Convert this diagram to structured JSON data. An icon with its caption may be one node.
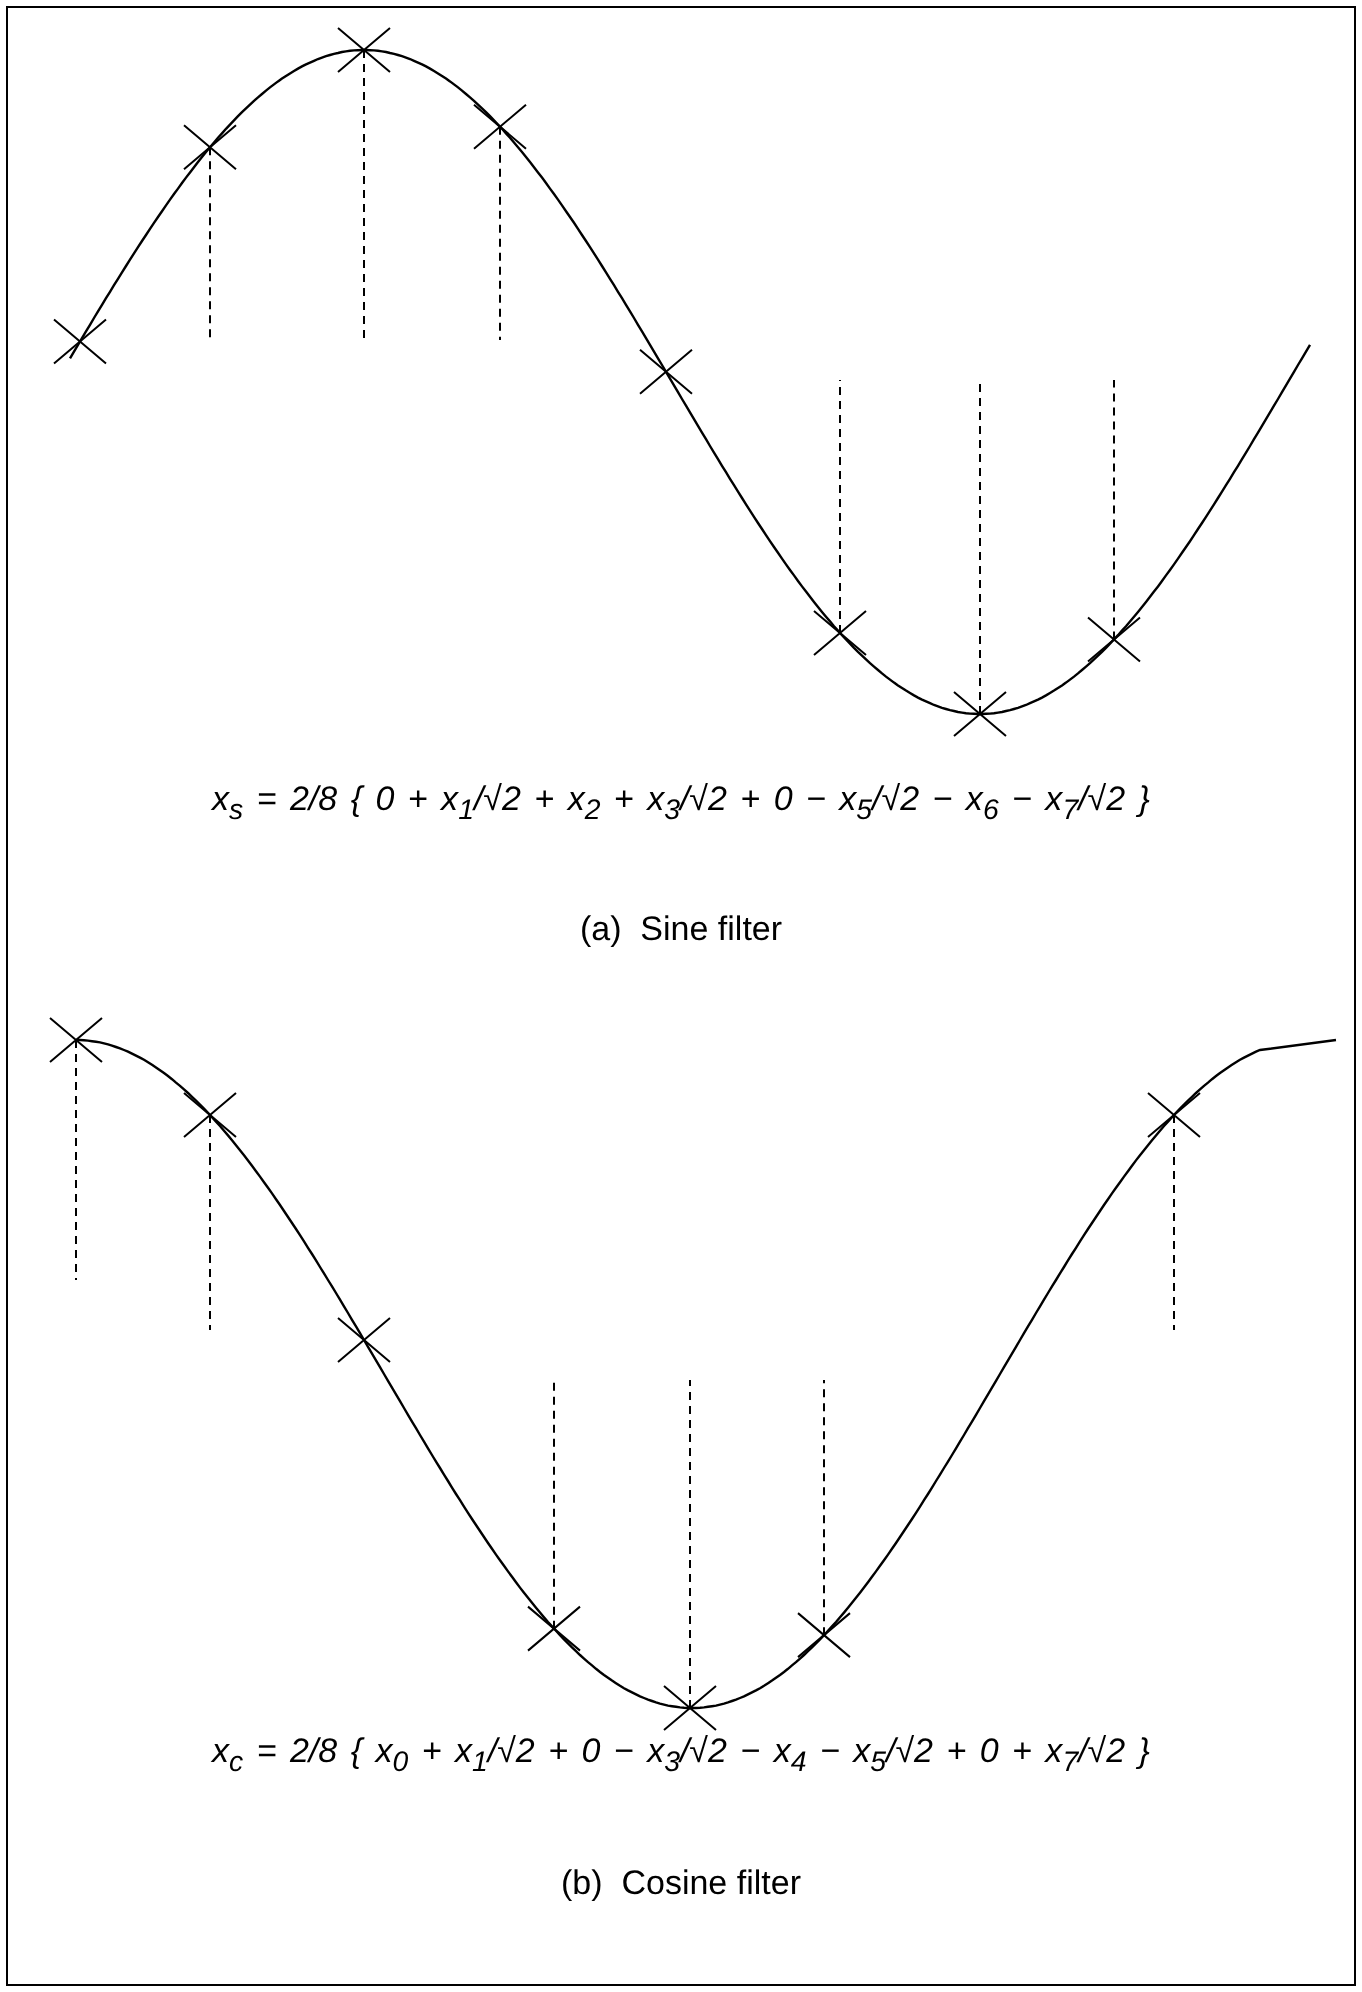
{
  "diagram": {
    "labels": [
      "x$_{s}$ = 2/8 { 0 + x$_{1}$/√2 + x$_{2}$ + x$_{3}$/√2 + 0 − x$_{5}$/√2 − x$_{6}$ − x$_{7}$/√2 }",
      "(a)  Sine filter",
      "x$_{c}$ = 2/8 { x$_{0}$ + x$_{1}$/√2 + 0 − x$_{3}$/√2 − x$_{4}$ − x$_{5}$/√2 + 0 + x$_{7}$/√2 }",
      "(b)  Cosine filter"
    ]
  }
}
